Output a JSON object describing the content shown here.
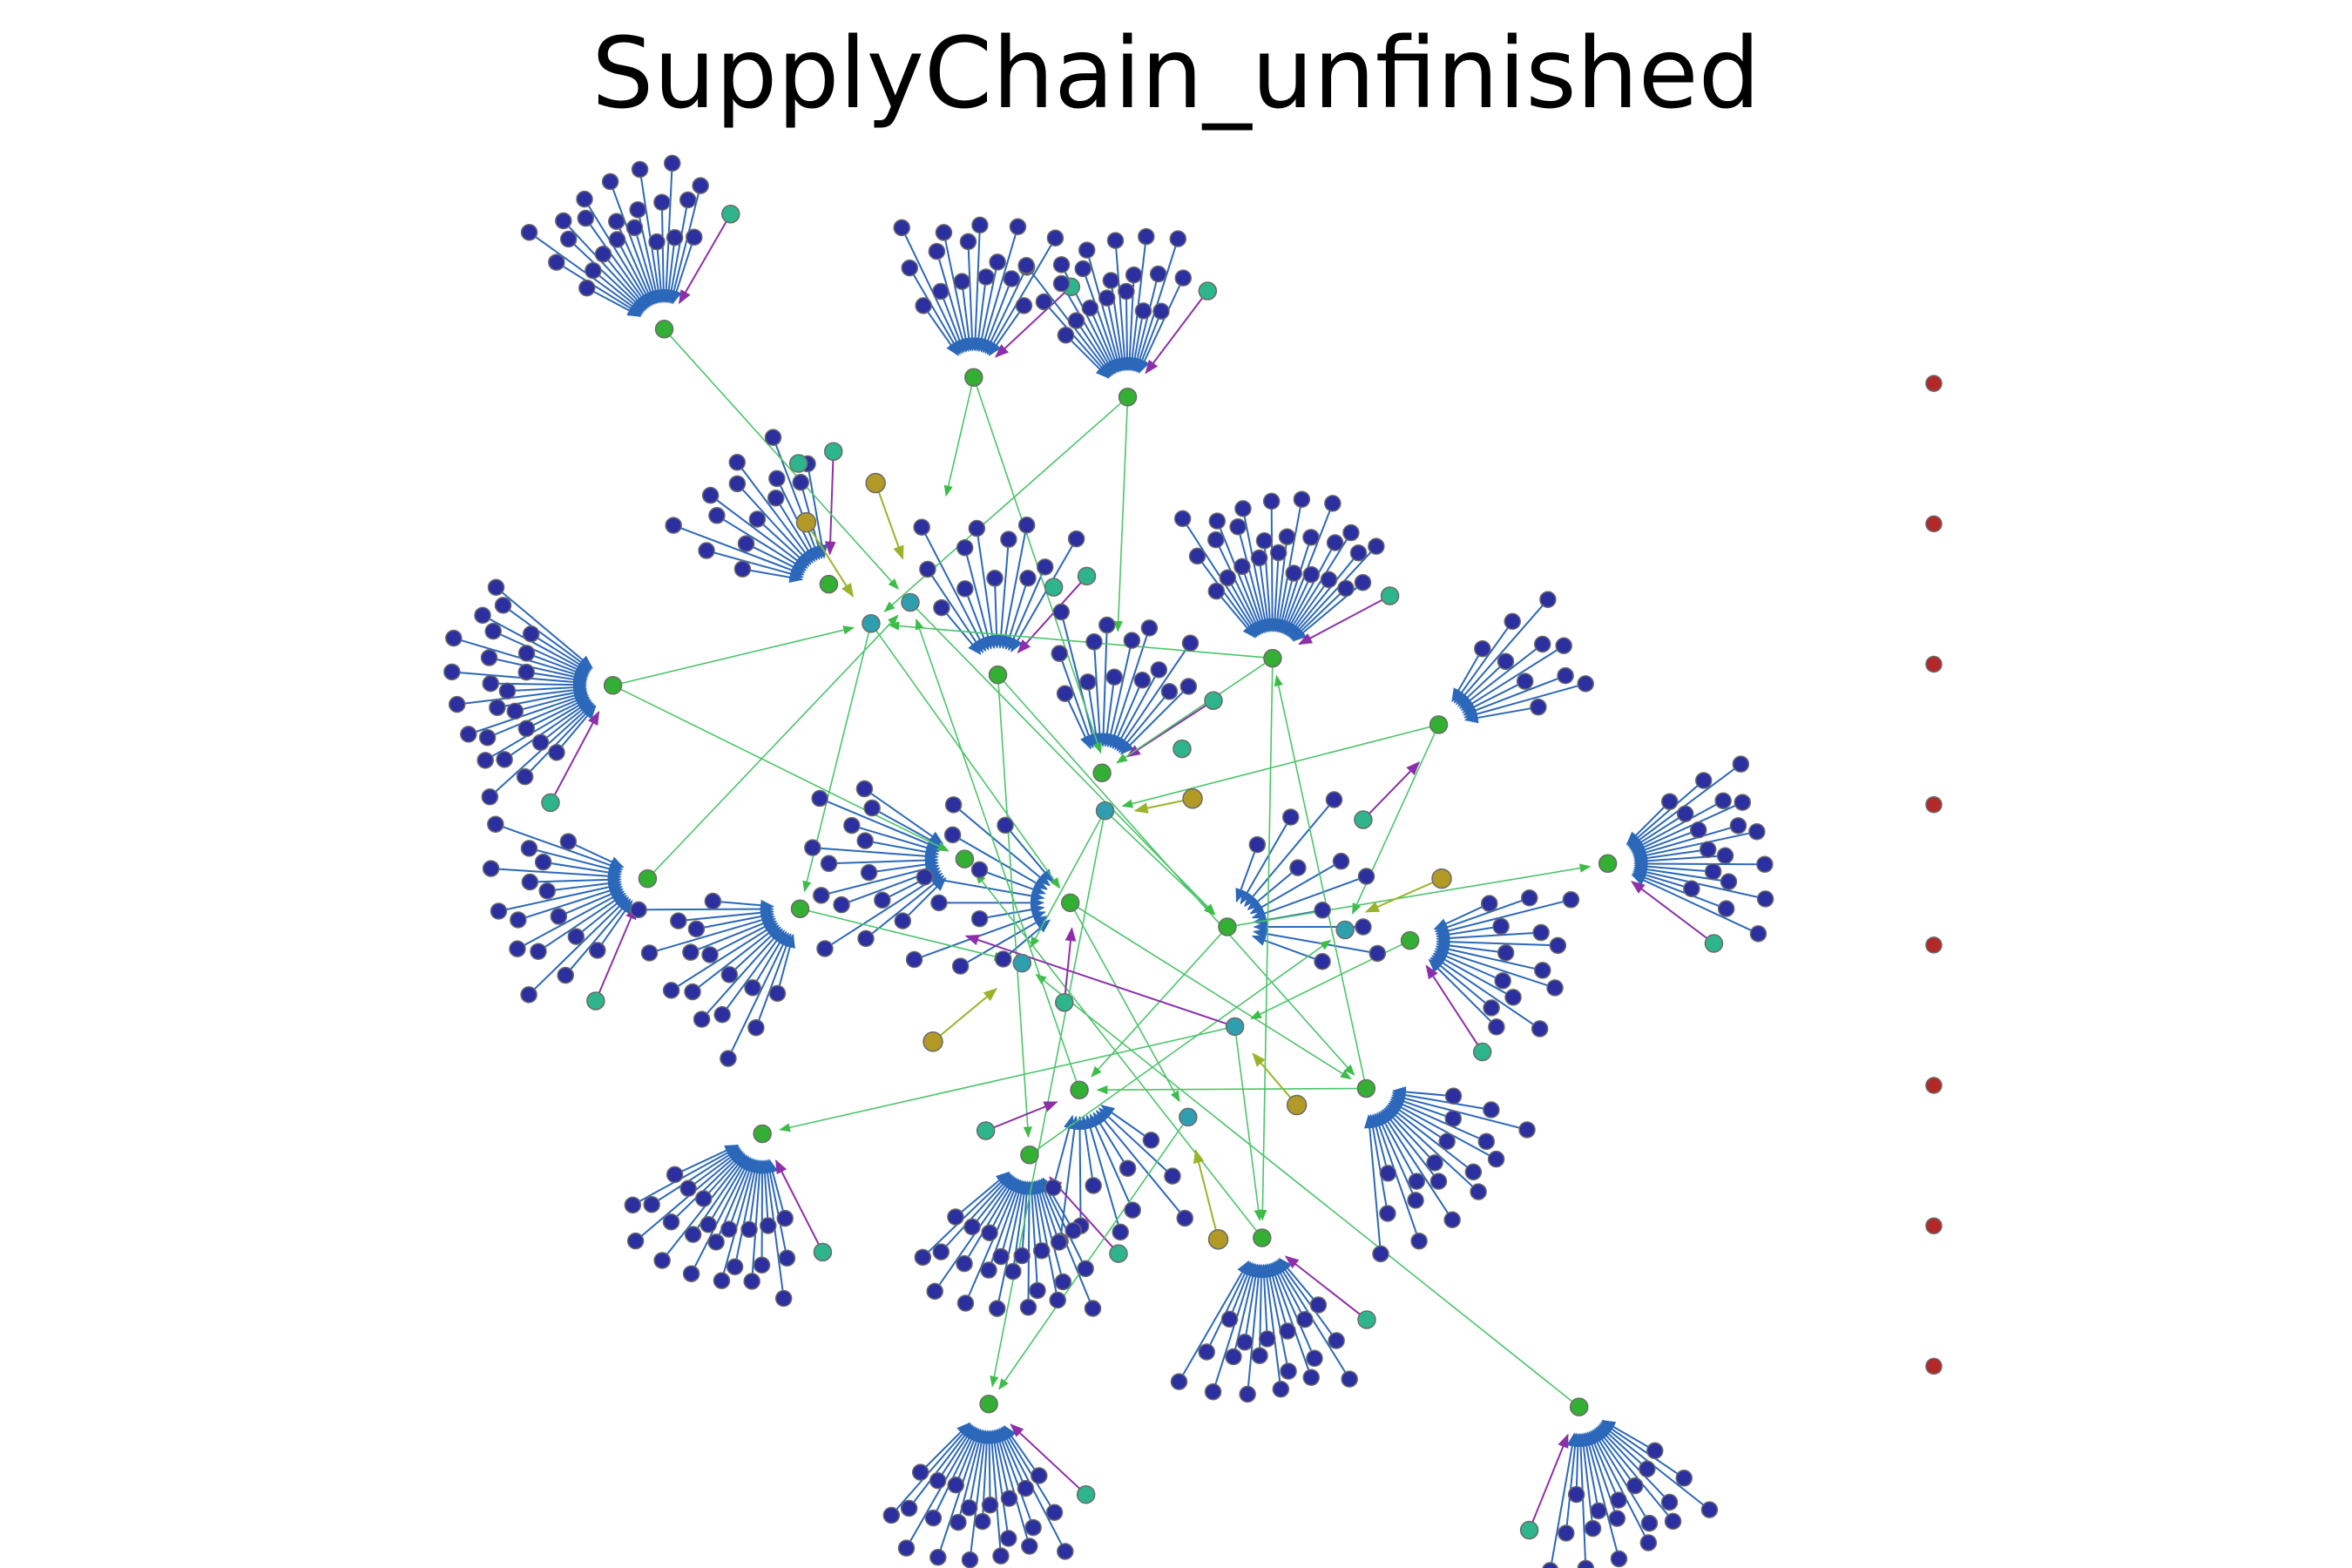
{
  "title": "SupplyChain_unfinished",
  "colors": {
    "leaf": "#2b2fa0",
    "hub": "#33b033",
    "junction": "#2f9fb0",
    "supplier": "#2fb58c",
    "depot": "#b39a26",
    "isolated": "#b32828",
    "edge_leaf": "#2c68b9",
    "edge_hub": "#4cc46a",
    "edge_supplier": "#8d2fa8",
    "edge_depot": "#9ab32a"
  },
  "node_types": [
    "leaf",
    "hub",
    "junction",
    "supplier",
    "depot",
    "isolated"
  ],
  "isolated_node_count": 8
}
